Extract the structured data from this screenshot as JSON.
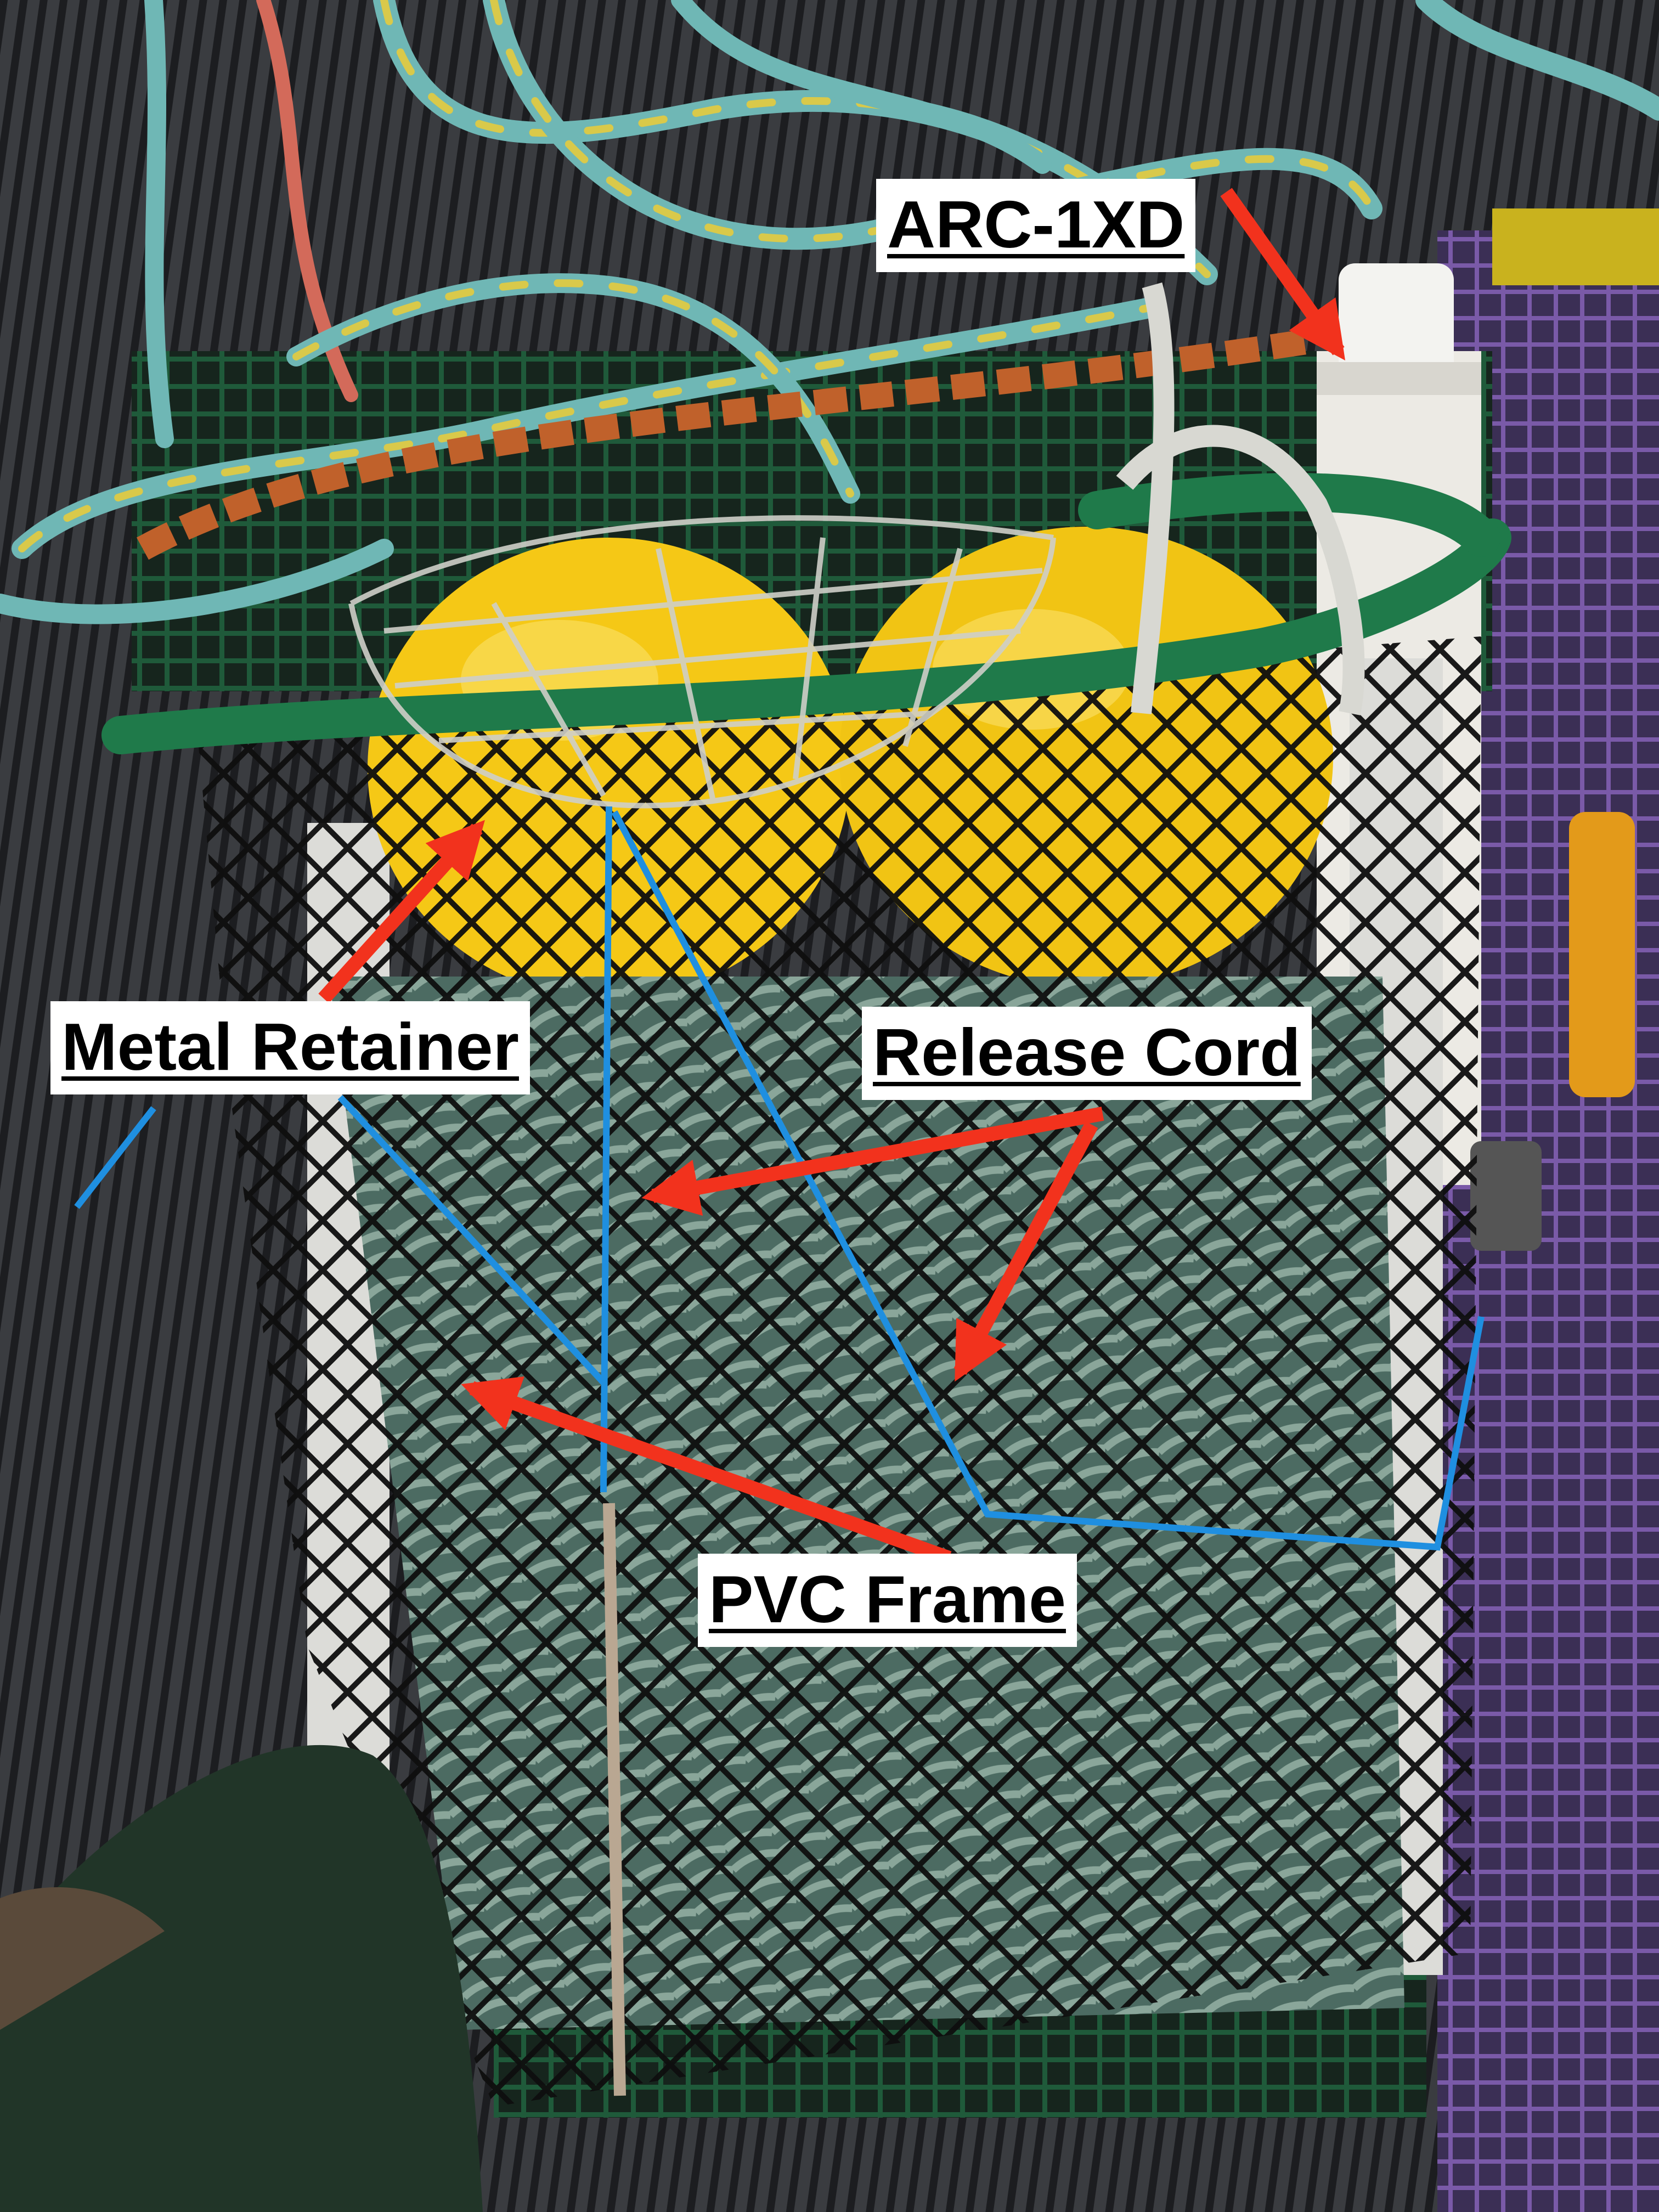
{
  "image": {
    "description_free": true
  },
  "annotations": {
    "arc_label": "ARC-1XD",
    "metal_label": "Metal Retainer",
    "release_label": "Release Cord",
    "pvc_label": "PVC Frame"
  },
  "colors": {
    "arrow": "#f2321d",
    "label_bg": "#ffffff",
    "label_text": "#000000",
    "float": "#f5c816",
    "hose": "#1f7a4a",
    "net": "#141414",
    "cord": "#1f8fe0",
    "deck": "#2b2d30"
  }
}
